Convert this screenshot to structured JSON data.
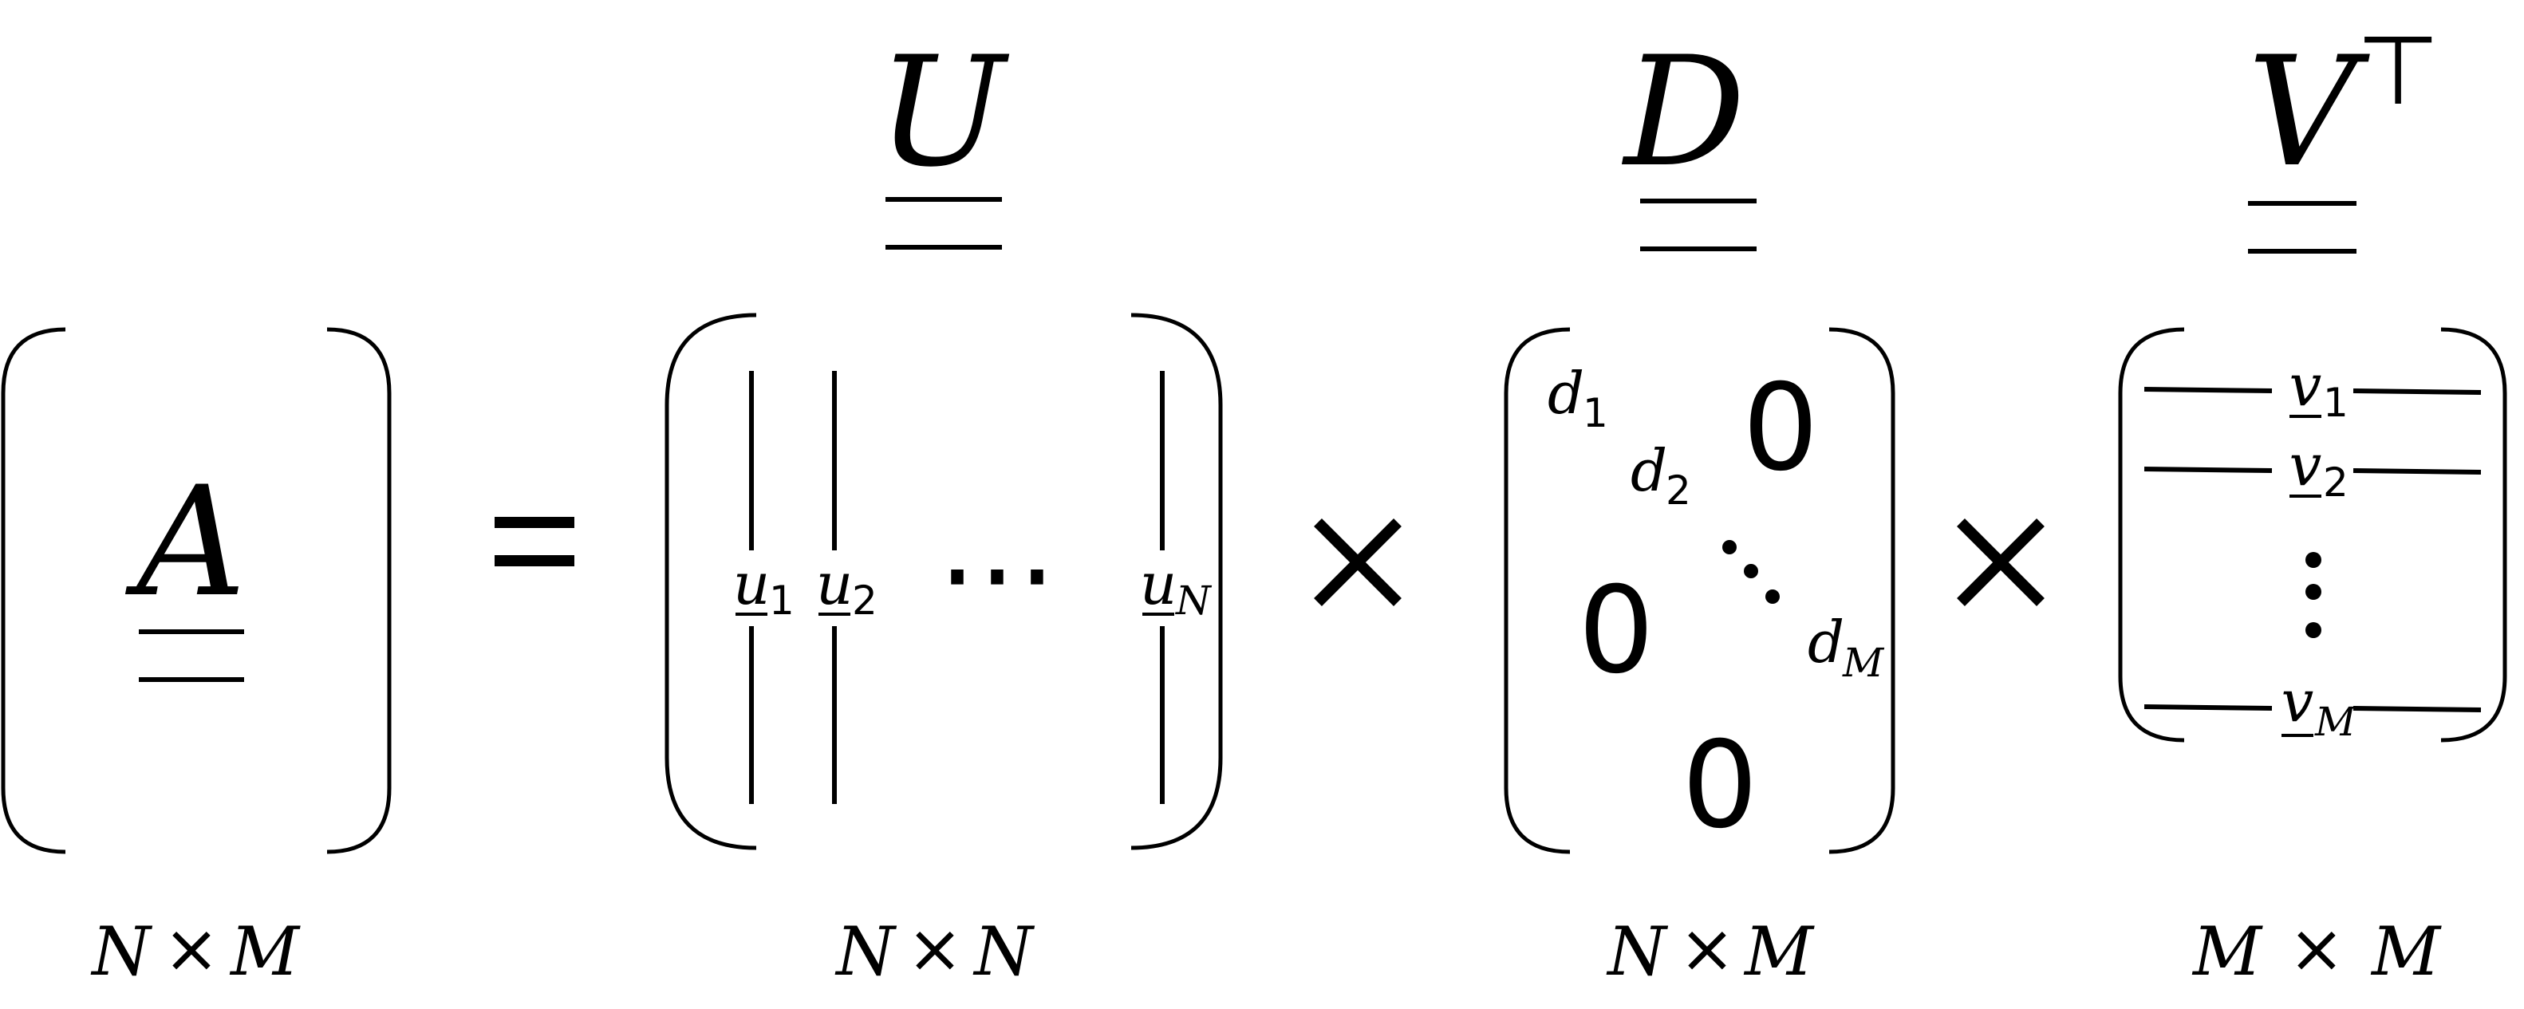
{
  "equation": {
    "A": {
      "symbol": "A",
      "dims": {
        "rows": "N",
        "times": "×",
        "cols": "M"
      }
    },
    "equals": "=",
    "U": {
      "symbol": "U",
      "columns": [
        {
          "base": "u",
          "sub": "1"
        },
        {
          "base": "u",
          "sub": "2"
        },
        {
          "base": "u",
          "sub": "N"
        }
      ],
      "ellipsis": "⋯",
      "dims": {
        "rows": "N",
        "times": "×",
        "cols": "N"
      }
    },
    "times_1": "×",
    "D": {
      "symbol": "D",
      "entries": [
        {
          "base": "d",
          "sub": "1"
        },
        {
          "base": "d",
          "sub": "2"
        },
        {
          "base": "d",
          "sub": "M"
        }
      ],
      "zeros": [
        "0",
        "0",
        "0"
      ],
      "dims": {
        "rows": "N",
        "times": "×",
        "cols": "M"
      }
    },
    "times_2": "×",
    "V": {
      "symbol": "V",
      "transpose": "⊤",
      "rows": [
        {
          "base": "v",
          "sub": "1"
        },
        {
          "base": "v",
          "sub": "2"
        },
        {
          "base": "v",
          "sub": "M"
        }
      ],
      "dims": {
        "rows": "M",
        "times": "×",
        "cols": "M"
      }
    }
  }
}
